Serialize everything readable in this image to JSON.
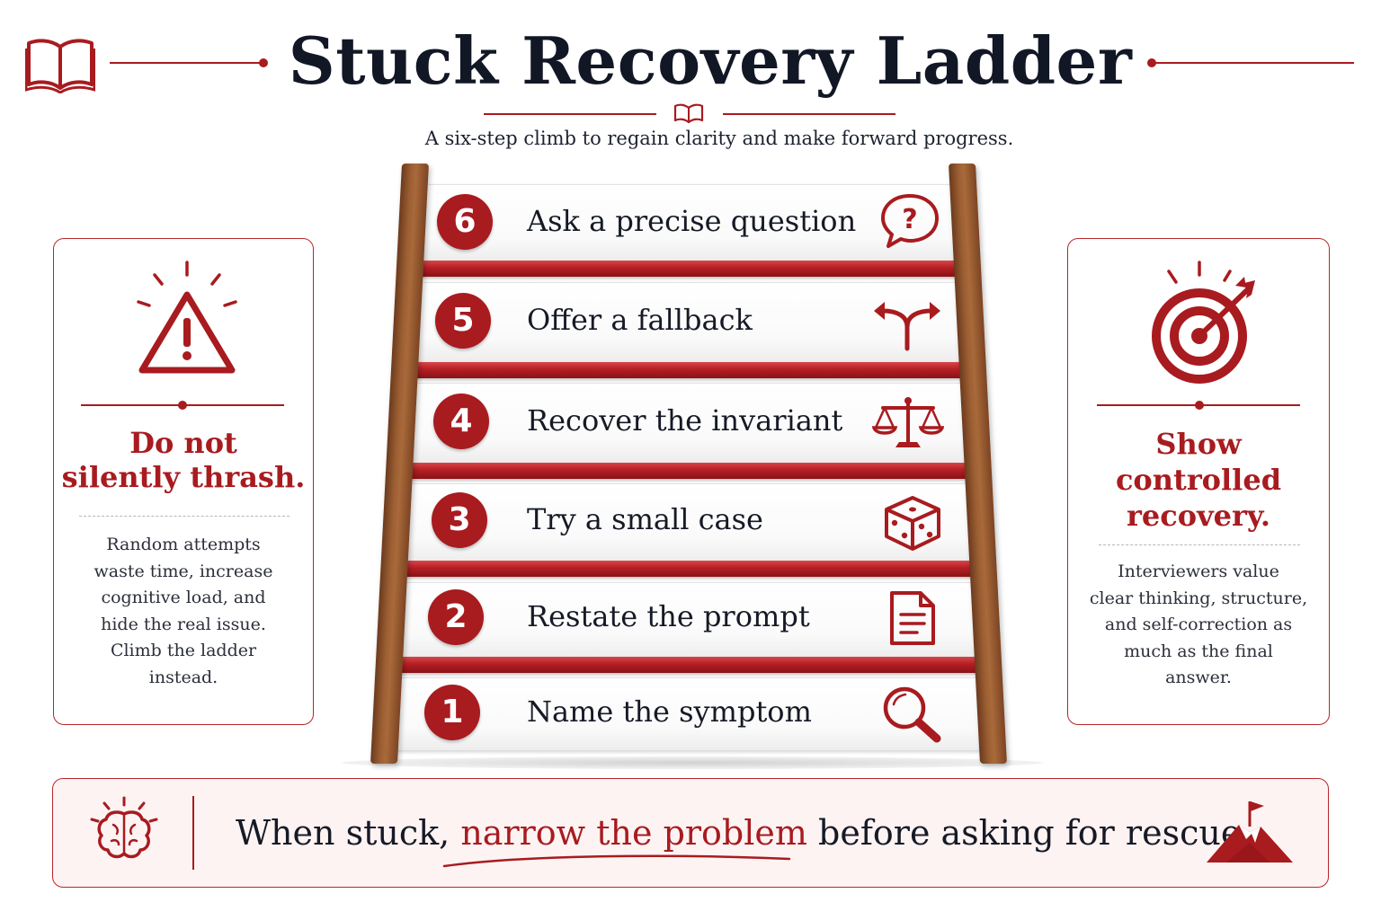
{
  "header": {
    "title": "Stuck Recovery Ladder",
    "subtitle": "A six-step climb to regain clarity and make forward progress."
  },
  "left_card": {
    "heading_line1": "Do not",
    "heading_line2": "silently thrash.",
    "body_lines": [
      "Random attempts",
      "waste time, increase",
      "cognitive load, and",
      "hide the real issue.",
      "Climb the ladder",
      "instead."
    ],
    "icon": "warning-icon"
  },
  "right_card": {
    "heading_line1": "Show",
    "heading_line2": "controlled",
    "heading_line3": "recovery.",
    "body_lines": [
      "Interviewers value",
      "clear thinking, structure,",
      "and self-correction as",
      "much as the final",
      "answer."
    ],
    "icon": "target-icon"
  },
  "steps": [
    {
      "number": "6",
      "label": "Ask a precise question",
      "icon": "question-bubble-icon"
    },
    {
      "number": "5",
      "label": "Offer a fallback",
      "icon": "split-arrow-icon"
    },
    {
      "number": "4",
      "label": "Recover the invariant",
      "icon": "scales-icon"
    },
    {
      "number": "3",
      "label": "Try a small case",
      "icon": "dice-icon"
    },
    {
      "number": "2",
      "label": "Restate the prompt",
      "icon": "document-icon"
    },
    {
      "number": "1",
      "label": "Name the symptom",
      "icon": "magnifier-icon"
    }
  ],
  "banner": {
    "before": "When stuck,",
    "highlight": "narrow the problem",
    "after": "before asking for rescue.",
    "left_icon": "brain-icon",
    "right_icon": "mountain-flag-icon"
  },
  "colors": {
    "accent": "#a81b1f",
    "text": "#151a28",
    "wood": "#9c5f33",
    "banner_bg": "#fdf3f3"
  }
}
